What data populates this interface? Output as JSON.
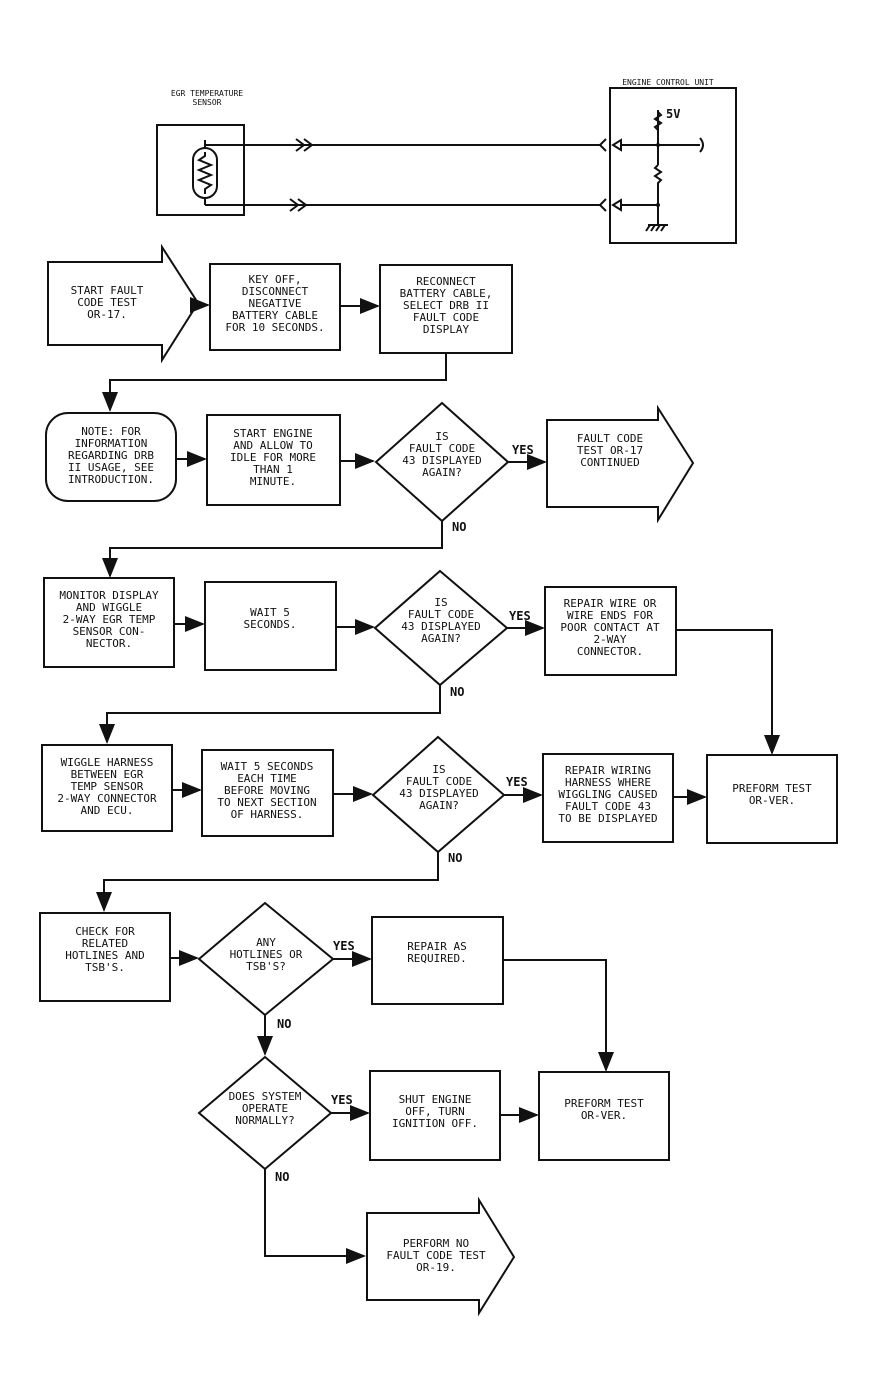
{
  "sensor_label": [
    "EGR TEMPERATURE",
    "SENSOR"
  ],
  "ecu_label": "ENGINE CONTROL UNIT",
  "voltage_label": "5V",
  "nodes": {
    "start": [
      "START FAULT",
      "CODE TEST",
      "OR-17."
    ],
    "key_off": [
      "KEY OFF,",
      "DISCONNECT",
      "NEGATIVE",
      "BATTERY CABLE",
      "FOR 10 SECONDS."
    ],
    "reconnect": [
      "RECONNECT",
      "BATTERY CABLE,",
      "SELECT DRB II",
      "FAULT CODE",
      "DISPLAY"
    ],
    "note": [
      "NOTE: FOR",
      "INFORMATION",
      "REGARDING DRB",
      "II USAGE, SEE",
      "INTRODUCTION."
    ],
    "start_engine": [
      "START ENGINE",
      "AND ALLOW TO",
      "IDLE FOR MORE",
      "THAN 1",
      "MINUTE."
    ],
    "dec1": [
      "IS",
      "FAULT CODE",
      "43 DISPLAYED",
      "AGAIN?"
    ],
    "continued": [
      "FAULT CODE",
      "TEST OR-17",
      "CONTINUED"
    ],
    "monitor": [
      "MONITOR DISPLAY",
      "AND WIGGLE",
      "2-WAY EGR TEMP",
      "SENSOR CON-",
      "NECTOR."
    ],
    "wait1": [
      "WAIT 5",
      "SECONDS."
    ],
    "dec2": [
      "IS",
      "FAULT CODE",
      "43 DISPLAYED",
      "AGAIN?"
    ],
    "repair_wire": [
      "REPAIR WIRE OR",
      "WIRE ENDS FOR",
      "POOR CONTACT AT",
      "2-WAY",
      "CONNECTOR."
    ],
    "wiggle": [
      "WIGGLE HARNESS",
      "BETWEEN EGR",
      "TEMP SENSOR",
      "2-WAY CONNECTOR",
      "AND ECU."
    ],
    "wait2": [
      "WAIT 5 SECONDS",
      "EACH TIME",
      "BEFORE MOVING",
      "TO NEXT SECTION",
      "OF HARNESS."
    ],
    "dec3": [
      "IS",
      "FAULT CODE",
      "43 DISPLAYED",
      "AGAIN?"
    ],
    "repair_harness": [
      "REPAIR WIRING",
      "HARNESS WHERE",
      "WIGGLING CAUSED",
      "FAULT CODE 43",
      "TO BE DISPLAYED"
    ],
    "perform1": [
      "PREFORM TEST",
      "OR-VER."
    ],
    "check": [
      "CHECK FOR",
      "RELATED",
      "HOTLINES AND",
      "TSB'S."
    ],
    "dec4": [
      "ANY",
      "HOTLINES OR",
      "TSB'S?"
    ],
    "repair_req": [
      "REPAIR AS",
      "REQUIRED."
    ],
    "dec5": [
      "DOES SYSTEM",
      "OPERATE",
      "NORMALLY?"
    ],
    "shut": [
      "SHUT ENGINE",
      "OFF, TURN",
      "IGNITION OFF."
    ],
    "perform2": [
      "PREFORM TEST",
      "OR-VER."
    ],
    "no_fault": [
      "PERFORM NO",
      "FAULT CODE TEST",
      "OR-19."
    ]
  },
  "edge_labels": {
    "yes1": "YES",
    "no1": "NO",
    "yes2": "YES",
    "no2": "NO",
    "yes3": "YES",
    "no3": "NO",
    "yes4": "YES",
    "no4": "NO",
    "yes5": "YES",
    "no5": "NO"
  }
}
